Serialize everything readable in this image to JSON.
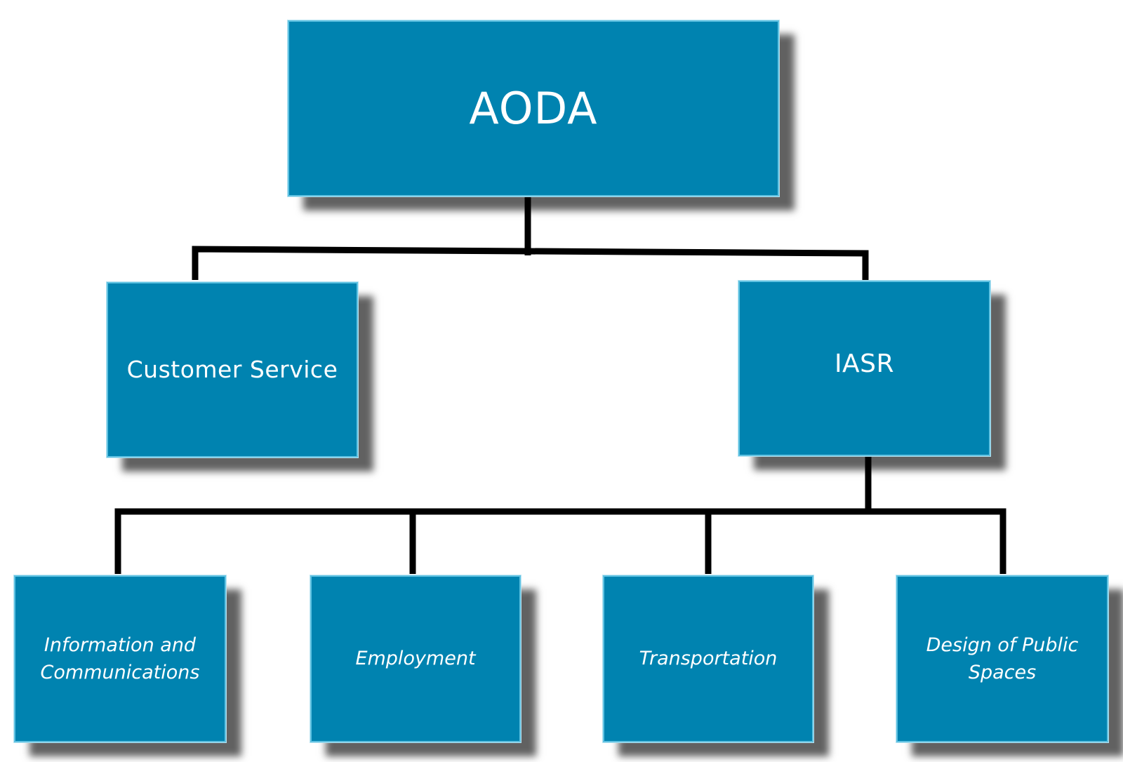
{
  "diagram": {
    "root": {
      "label": "AODA"
    },
    "level1": [
      {
        "label": "Customer Service"
      },
      {
        "label": "IASR"
      }
    ],
    "level2": [
      {
        "label": "Information and Communications"
      },
      {
        "label": "Employment"
      },
      {
        "label": "Transportation"
      },
      {
        "label": "Design of Public Spaces"
      }
    ]
  },
  "colors": {
    "box_fill": "#0083b0",
    "box_border": "#5fc2e2",
    "box_text": "#ffffff",
    "connector": "#000000",
    "background": "#ffffff"
  }
}
